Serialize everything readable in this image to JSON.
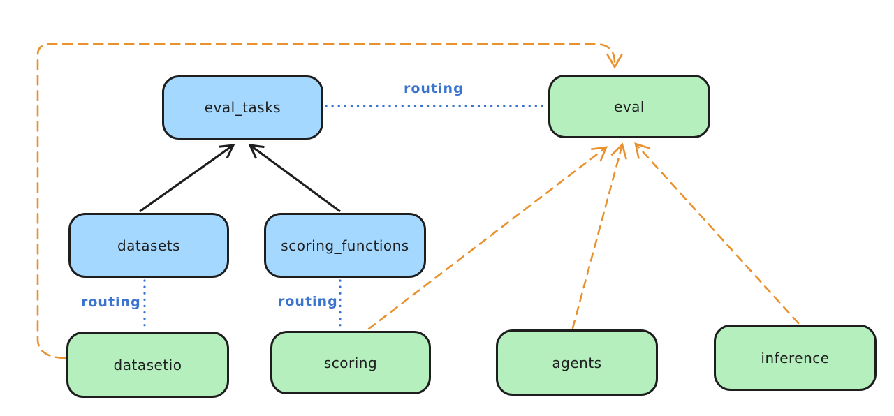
{
  "diagram": {
    "title": "",
    "nodes": {
      "eval_tasks": {
        "label": "eval_tasks",
        "kind": "api"
      },
      "eval": {
        "label": "eval",
        "kind": "provider"
      },
      "datasets": {
        "label": "datasets",
        "kind": "api"
      },
      "scoring_functions": {
        "label": "scoring_functions",
        "kind": "api"
      },
      "datasetio": {
        "label": "datasetio",
        "kind": "provider"
      },
      "scoring": {
        "label": "scoring",
        "kind": "provider"
      },
      "agents": {
        "label": "agents",
        "kind": "provider"
      },
      "inference": {
        "label": "inference",
        "kind": "provider"
      }
    },
    "edge_labels": {
      "eval_tasks_to_eval": "routing",
      "datasets_to_datasetio": "routing",
      "scoring_functions_to_scoring": "routing"
    },
    "edges": [
      {
        "from": "datasets",
        "to": "eval_tasks",
        "style": "solid-arrow",
        "color": "black"
      },
      {
        "from": "scoring_functions",
        "to": "eval_tasks",
        "style": "solid-arrow",
        "color": "black"
      },
      {
        "from": "eval_tasks",
        "to": "eval",
        "style": "dotted",
        "color": "blue",
        "label": "routing"
      },
      {
        "from": "datasets",
        "to": "datasetio",
        "style": "dotted",
        "color": "blue",
        "label": "routing"
      },
      {
        "from": "scoring_functions",
        "to": "scoring",
        "style": "dotted",
        "color": "blue",
        "label": "routing"
      },
      {
        "from": "datasetio",
        "to": "eval",
        "style": "dashed-arrow",
        "color": "orange"
      },
      {
        "from": "scoring",
        "to": "eval",
        "style": "dashed-arrow",
        "color": "orange"
      },
      {
        "from": "agents",
        "to": "eval",
        "style": "dashed-arrow",
        "color": "orange"
      },
      {
        "from": "inference",
        "to": "eval",
        "style": "dashed-arrow",
        "color": "orange"
      }
    ],
    "colors": {
      "api_fill": "#a5d8ff",
      "provider_fill": "#b5efbe",
      "stroke": "#1e1e1e",
      "routing_blue": "#3b74cf",
      "orange": "#e8912d",
      "background": "#ffffff"
    }
  }
}
